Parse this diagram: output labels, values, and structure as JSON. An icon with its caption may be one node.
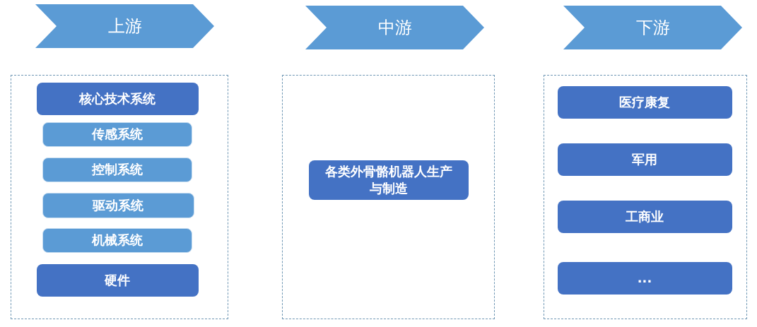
{
  "diagram": {
    "nodes": [
      {
        "text": [
          "上游"
        ]
      },
      {
        "text": [
          "中游"
        ]
      },
      {
        "text": [
          "下游"
        ]
      },
      {
        "text": [],
        "shape": "box"
      },
      {
        "text": [
          "核心技术系统"
        ],
        "in": 3
      },
      {
        "text": [
          "传感系统"
        ],
        "in": 3
      },
      {
        "text": [
          "控制系统"
        ],
        "in": 3
      },
      {
        "text": [
          "驱动系统"
        ],
        "in": 3
      },
      {
        "text": [
          "机械系统"
        ],
        "in": 3
      },
      {
        "text": [
          "硬件"
        ],
        "in": 3
      },
      {
        "text": [],
        "shape": "box"
      },
      {
        "text": [
          "各类外骨骼机器人生产与制造"
        ],
        "in": 10
      },
      {
        "text": [],
        "shape": "box"
      },
      {
        "text": [
          "医疗康复"
        ],
        "in": 12
      },
      {
        "text": [
          "军用"
        ],
        "in": 12
      },
      {
        "text": [
          "工商业"
        ],
        "in": 12
      },
      {
        "text": [
          "..."
        ],
        "in": 12
      }
    ]
  }
}
